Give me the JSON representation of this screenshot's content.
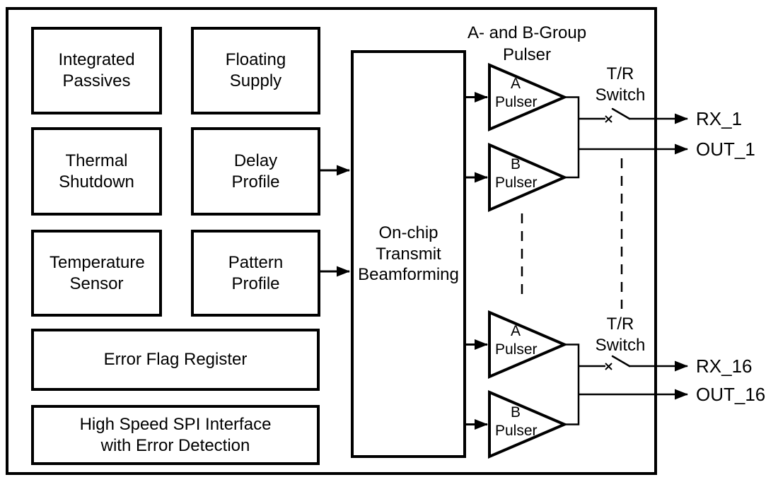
{
  "chip": {
    "background": "#ffffff",
    "line_color": "#000000",
    "blocks": {
      "integrated_passives": "Integrated Passives",
      "floating_supply": "Floating Supply",
      "thermal_shutdown": "Thermal Shutdown",
      "delay_profile": "Delay Profile",
      "temperature_sensor": "Temperature Sensor",
      "pattern_profile": "Pattern Profile",
      "error_flag_register": "Error Flag Register",
      "spi_interface": "High Speed SPI Interface with Error Detection",
      "beamformer": "On-chip Transmit Beamforming"
    },
    "pulser_section": {
      "group_title": "A- and B-Group Pulser",
      "channel_1": {
        "a_pulser": "A Pulser",
        "b_pulser": "B Pulser",
        "tr_switch": "T/R Switch",
        "rx_port": "RX_1",
        "out_port": "OUT_1"
      },
      "channel_16": {
        "a_pulser": "A Pulser",
        "b_pulser": "B Pulser",
        "tr_switch": "T/R Switch",
        "rx_port": "RX_16",
        "out_port": "OUT_16"
      }
    }
  }
}
